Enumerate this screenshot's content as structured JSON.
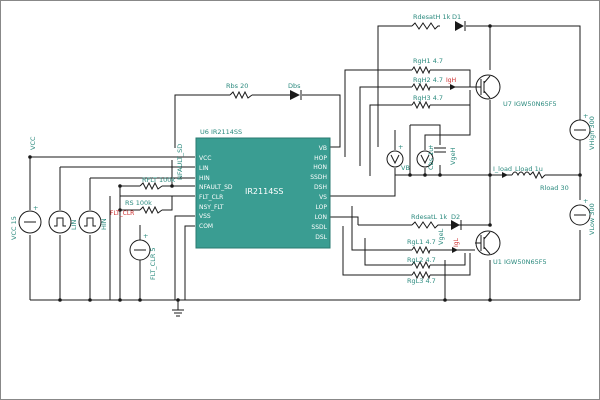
{
  "chip": {
    "ref": "U6 IR2114SS",
    "title": "IR2114SS",
    "left_pins": [
      "VCC",
      "LIN",
      "HIN",
      "NFAULT_SD",
      "FLT_CLR",
      "NSY_FLT",
      "VSS",
      "COM"
    ],
    "right_pins": [
      "VB",
      "HOP",
      "HON",
      "SSDH",
      "DSH",
      "VS",
      "LOP",
      "LON",
      "SSDL",
      "DSL"
    ],
    "color": "#3a9d92"
  },
  "labels": {
    "rdesat_h": "RdesatH 1k",
    "d1": "D1",
    "rgh1": "RgH1 4.7",
    "rgh2": "RgH2 4.7",
    "igh": "IgH",
    "rgh3": "RgH3 4.7",
    "u7": "U7 IGW50N65F5",
    "rbs": "Rbs 20",
    "dbs": "Dbs",
    "vb": "VB",
    "vgeh": "VgeH",
    "cbs": "Cbs 1u",
    "rflt": "RFLT 100k",
    "rs": "RS 100k",
    "nfault_sd": "NFAULT_SD",
    "flt_clr": "FLT_CLR",
    "flt_clr_src": "FLT_CLR 5",
    "vcc_node": "VCC",
    "vcc_src": "VCC 15",
    "lin": "LIN",
    "hin": "HIN",
    "i_load": "I_load",
    "lload": "Lload 1u",
    "rload": "Rload 30",
    "vhigh": "VHigh 300",
    "vlow": "VLow 300",
    "rdesat_l": "RdesatL 1k",
    "d2": "D2",
    "rgl1": "RgL1 4.7",
    "igl": "IgL",
    "vgel": "VgeL",
    "rgl2": "RgL2 4.7",
    "rgl3": "RgL3 4.7",
    "u1": "U1 IGW50N65F5",
    "plus": "+"
  }
}
